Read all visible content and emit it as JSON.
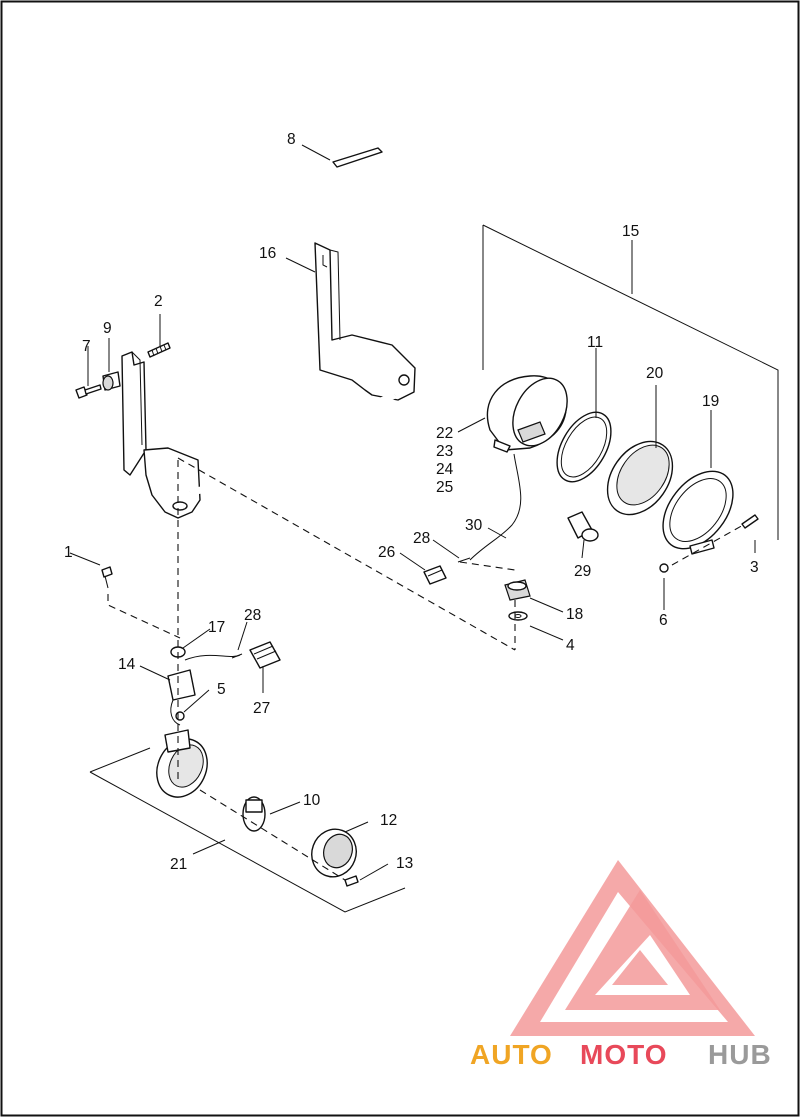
{
  "diagram": {
    "callouts": [
      "1",
      "2",
      "3",
      "4",
      "5",
      "6",
      "7",
      "8",
      "9",
      "10",
      "11",
      "12",
      "13",
      "14",
      "15",
      "16",
      "17",
      "18",
      "19",
      "20",
      "21",
      "22",
      "23",
      "24",
      "25",
      "26",
      "27",
      "28",
      "28",
      "29",
      "30"
    ]
  },
  "watermark": {
    "word1": "AUTO",
    "word2": "MOTO",
    "word3": "HUB",
    "color_auto": "#f0a524",
    "color_moto": "#e8495a",
    "color_hub": "#9a9a9a",
    "logo_color": "#f17f7f"
  }
}
